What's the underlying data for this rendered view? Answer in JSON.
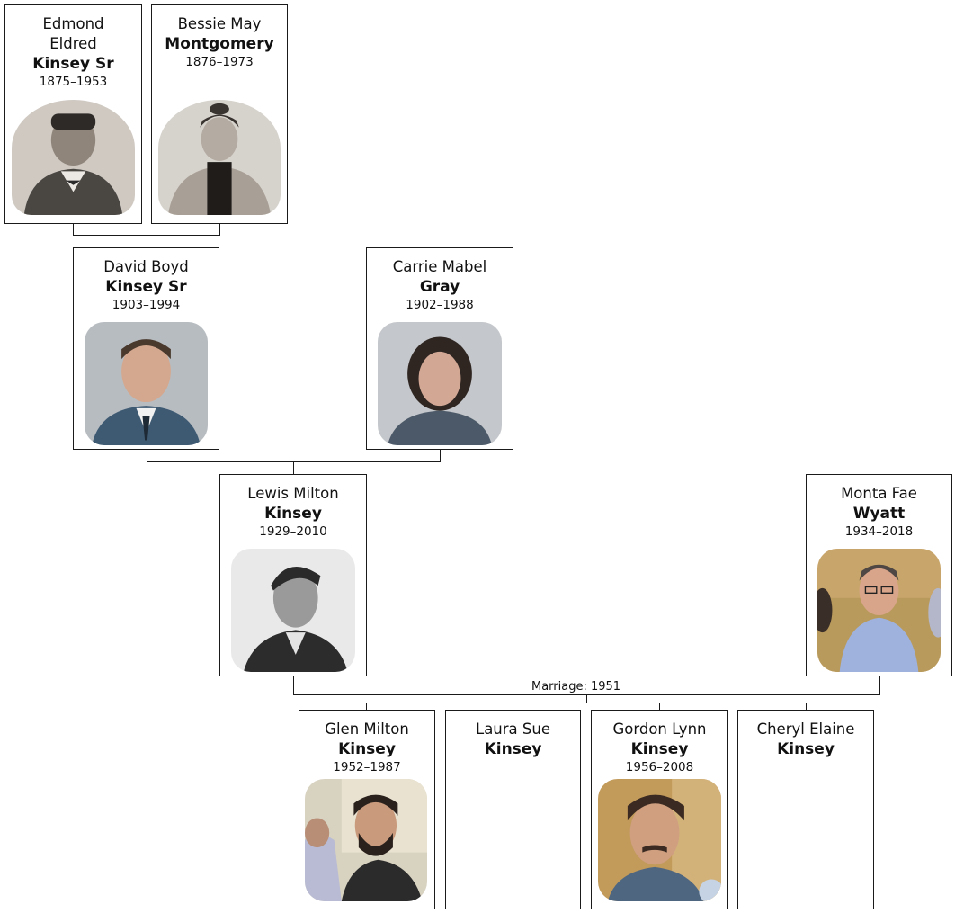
{
  "people": {
    "edmond": {
      "given": "Edmond Eldred",
      "surname": "Kinsey Sr",
      "years": "1875–1953",
      "photo": "portrait-sepia-man-icon"
    },
    "bessie": {
      "given": "Bessie May",
      "surname": "Montgomery",
      "years": "1876–1973",
      "photo": "portrait-sepia-woman-icon"
    },
    "david": {
      "given": "David Boyd",
      "surname": "Kinsey Sr",
      "years": "1903–1994",
      "photo": "portrait-color-man-icon"
    },
    "carrie": {
      "given": "Carrie Mabel",
      "surname": "Gray",
      "years": "1902–1988",
      "photo": "portrait-color-woman-icon"
    },
    "lewis": {
      "given": "Lewis Milton",
      "surname": "Kinsey",
      "years": "1929–2010",
      "photo": "portrait-bw-man-icon"
    },
    "monta": {
      "given": "Monta Fae",
      "surname": "Wyatt",
      "years": "1934–2018",
      "photo": "portrait-color-woman-glasses-icon"
    },
    "glen": {
      "given": "Glen Milton",
      "surname": "Kinsey",
      "years": "1952–1987",
      "photo": "portrait-color-man-beard-icon"
    },
    "laura": {
      "given": "Laura Sue",
      "surname": "Kinsey",
      "years": ""
    },
    "gordon": {
      "given": "Gordon Lynn",
      "surname": "Kinsey",
      "years": "1956–2008",
      "photo": "portrait-color-man-mustache-icon"
    },
    "cheryl": {
      "given": "Cheryl Elaine",
      "surname": "Kinsey",
      "years": ""
    }
  },
  "marriage_label": "Marriage: 1951",
  "colors": {
    "line": "#1a1a1a",
    "card_border": "#1a1a1a"
  }
}
